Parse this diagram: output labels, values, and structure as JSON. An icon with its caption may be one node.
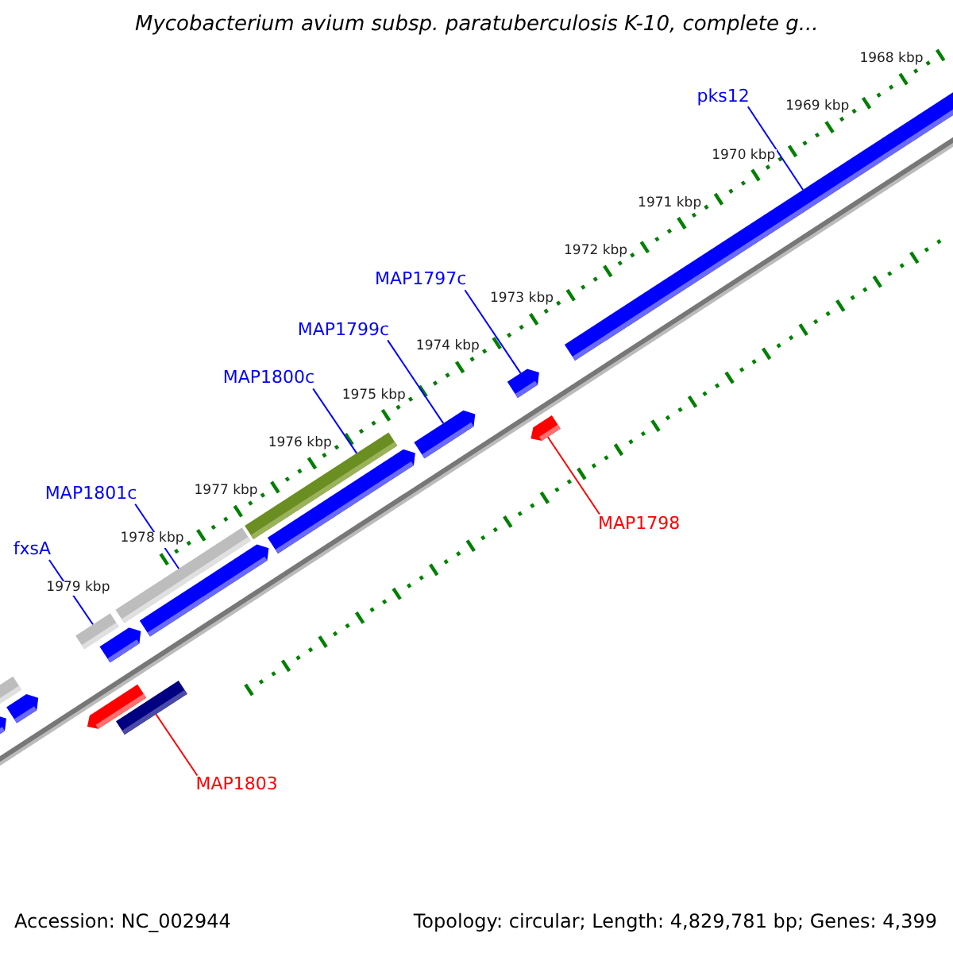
{
  "diagram": {
    "title": "Mycobacterium avium subsp. paratuberculosis K-10, complete g...",
    "nodes": [
      {
        "text": [
          "pks12"
        ]
      },
      {
        "text": [
          "MAP1797c"
        ]
      },
      {
        "text": [
          "MAP1799c"
        ]
      },
      {
        "text": [
          "MAP1800c"
        ]
      },
      {
        "text": [
          "MAP1801c"
        ]
      },
      {
        "text": [
          "fxsA"
        ]
      },
      {
        "text": [
          "MAP1798"
        ]
      },
      {
        "text": [
          "MAP1803"
        ]
      },
      {
        "text": [],
        "shape": "bar"
      },
      {
        "text": [],
        "shape": "bar"
      },
      {
        "text": [],
        "shape": "bar"
      },
      {
        "text": [],
        "shape": "bar"
      },
      {
        "text": [],
        "shape": "bar"
      },
      {
        "text": [],
        "shape": "bar"
      },
      {
        "text": [],
        "shape": "bar"
      },
      {
        "text": [],
        "shape": "bar"
      },
      {
        "text": [],
        "shape": "bar"
      },
      {
        "text": [],
        "shape": "bar"
      },
      {
        "text": [],
        "shape": "bar"
      },
      {
        "text": [],
        "shape": "bar"
      },
      {
        "text": [],
        "shape": "bar"
      },
      {
        "text": [],
        "shape": "bar"
      },
      {
        "text": [],
        "shape": "bar"
      }
    ],
    "edges": [
      {
        "from": 0,
        "to": 22,
        "arrow": "none"
      },
      {
        "from": 1,
        "to": 21,
        "arrow": "none"
      },
      {
        "from": 2,
        "to": 19,
        "arrow": "none"
      },
      {
        "from": 3,
        "to": 17,
        "arrow": "none"
      },
      {
        "from": 4,
        "to": 15,
        "arrow": "none"
      },
      {
        "from": 5,
        "to": 13,
        "arrow": "none"
      },
      {
        "from": 6,
        "to": 20,
        "arrow": "none",
        "color": "#ff0000"
      },
      {
        "from": 7,
        "to": 12,
        "arrow": "none",
        "color": "#ff0000"
      }
    ],
    "labels": [
      "1968 kbp",
      "1969 kbp",
      "1970 kbp",
      "1971 kbp",
      "1972 kbp",
      "1973 kbp",
      "1974 kbp",
      "1975 kbp",
      "1976 kbp",
      "1977 kbp",
      "1978 kbp",
      "1979 kbp",
      "Accession: NC_002944",
      "Topology: circular; Length: 4,829,781 bp; Genes: 4,399"
    ]
  }
}
